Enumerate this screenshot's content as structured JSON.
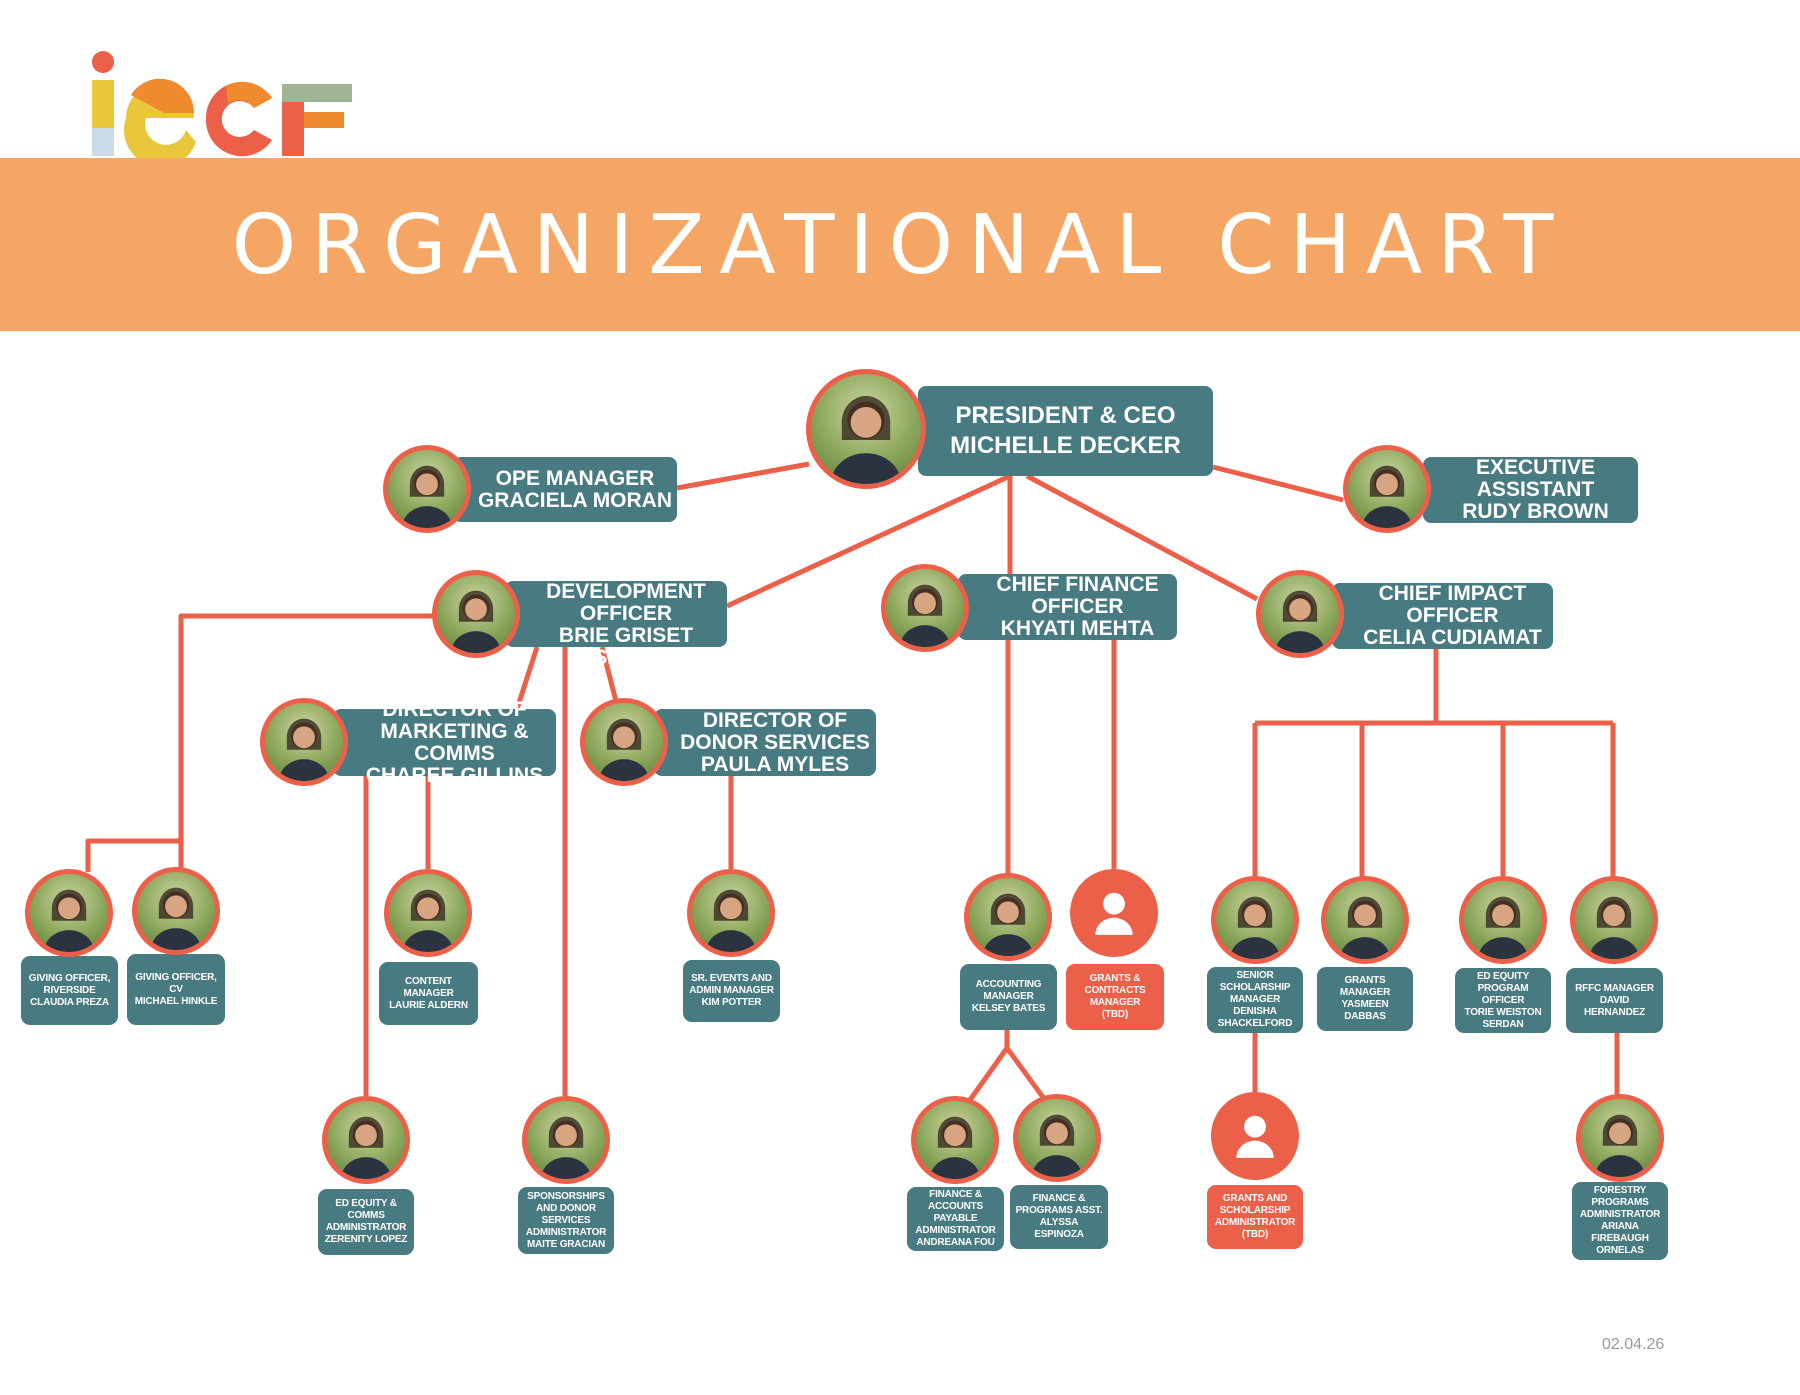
{
  "logo": {
    "text": "iecf"
  },
  "header": {
    "title": "ORGANIZATIONAL CHART"
  },
  "colors": {
    "teal": "#477a81",
    "coral": "#ec5f49",
    "banner": "#f5a664"
  },
  "nodes": {
    "ceo": {
      "label": "PRESIDENT & CEO\nMICHELLE DECKER"
    },
    "ope": {
      "label": "OPE MANAGER\nGRACIELA MORAN"
    },
    "ea": {
      "label": "EXECUTIVE ASSISTANT\nRUDY BROWN"
    },
    "cdo": {
      "label": "CHIEF DEVELOPMENT\nOFFICER\nBRIE GRISET SMITH"
    },
    "cfo": {
      "label": "CHIEF FINANCE\nOFFICER\nKHYATI MEHTA"
    },
    "cio": {
      "label": "CHIEF IMPACT\nOFFICER\nCELIA CUDIAMAT"
    },
    "dir_mkt": {
      "label": "DIRECTOR OF\nMARKETING & COMMS\nCHAREE GILLINS"
    },
    "dir_donor": {
      "label": "DIRECTOR OF\nDONOR SERVICES\nPAULA MYLES"
    },
    "claudia": {
      "label": "GIVING OFFICER,\nRIVERSIDE\nCLAUDIA PREZA"
    },
    "michael": {
      "label": "GIVING OFFICER,\nCV\nMICHAEL HINKLE"
    },
    "laurie": {
      "label": "CONTENT\nMANAGER\nLAURIE ALDERN"
    },
    "kim": {
      "label": "SR. EVENTS AND\nADMIN MANAGER\nKIM POTTER"
    },
    "kelsey": {
      "label": "ACCOUNTING\nMANAGER\nKELSEY BATES"
    },
    "grants_contracts": {
      "label": "GRANTS &\nCONTRACTS\nMANAGER\n(TBD)"
    },
    "denisha": {
      "label": "SENIOR\nSCHOLARSHIP\nMANAGER\nDENISHA\nSHACKELFORD"
    },
    "yasmeen": {
      "label": "GRANTS\nMANAGER\nYASMEEN\nDABBAS"
    },
    "torie": {
      "label": "ED EQUITY\nPROGRAM\nOFFICER\nTORIE WEISTON\nSERDAN"
    },
    "david": {
      "label": "RFFC MANAGER\nDAVID\nHERNANDEZ"
    },
    "zerenity": {
      "label": "ED EQUITY &\nCOMMS\nADMINISTRATOR\nZERENITY LOPEZ"
    },
    "maite": {
      "label": "SPONSORSHIPS\nAND DONOR\nSERVICES\nADMINISTRATOR\nMAITE GRACIAN"
    },
    "andreana": {
      "label": "FINANCE &\nACCOUNTS\nPAYABLE\nADMINISTRATOR\nANDREANA FOU"
    },
    "alyssa": {
      "label": "FINANCE &\nPROGRAMS ASST.\nALYSSA\nESPINOZA"
    },
    "grants_scholarship": {
      "label": "GRANTS AND\nSCHOLARSHIP\nADMINISTRATOR\n(TBD)"
    },
    "ariana": {
      "label": "FORESTRY\nPROGRAMS\nADMINISTRATOR\nARIANA\nFIREBAUGH\nORNELAS"
    }
  },
  "footer": {
    "date": "02.04.26"
  }
}
